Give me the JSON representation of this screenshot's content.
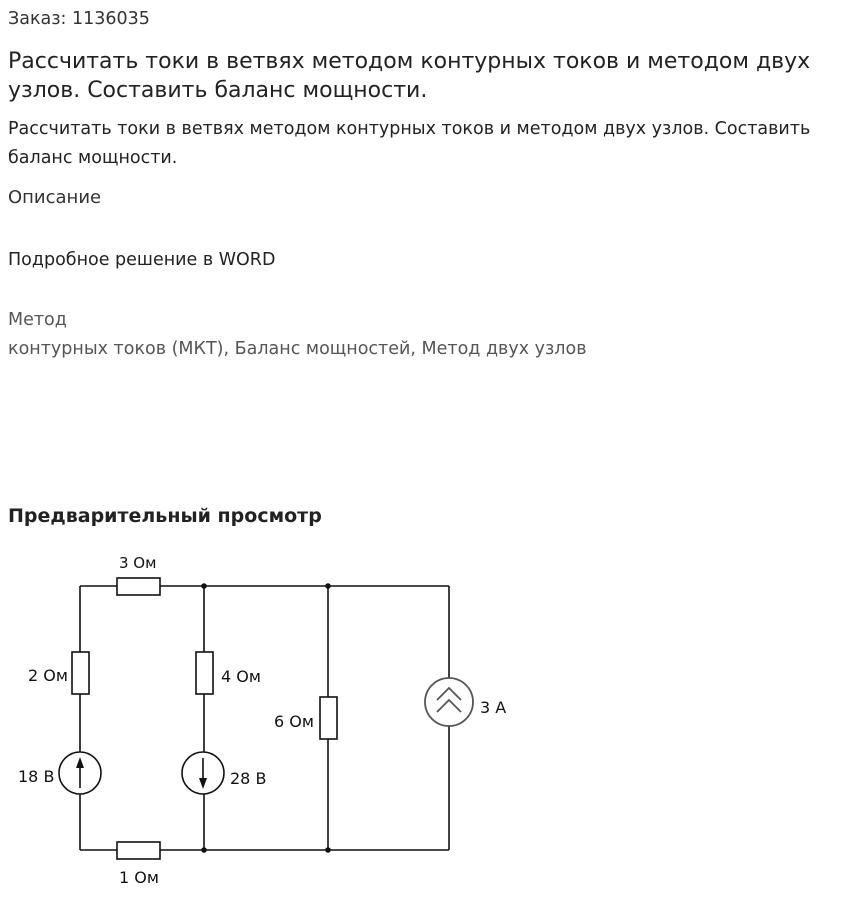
{
  "order": {
    "text": "Заказ: 1136035"
  },
  "title": "Рассчитать токи в ветвях методом контурных токов и методом двух узлов. Составить баланс мощности.",
  "description": "Рассчитать токи в ветвях методом контурных токов и методом двух узлов. Составить баланс мощности.",
  "section_label": "Описание",
  "detail": "Подробное решение в WORD",
  "tags": {
    "line1": "Метод",
    "tag1": "контурных токов (МКТ)",
    "tag2": "Баланс мощностей",
    "tag3": "Метод двух узлов",
    "sep": ", "
  },
  "preview_title": "Предварительный просмотр",
  "circuit": {
    "r_top": "3 Ом",
    "r_left": "2 Ом",
    "r_mid": "4 Ом",
    "r_right": "6 Ом",
    "r_bottom": "1 Ом",
    "e_left": "18 В",
    "e_mid": "28 В",
    "j_source": "3 А"
  }
}
